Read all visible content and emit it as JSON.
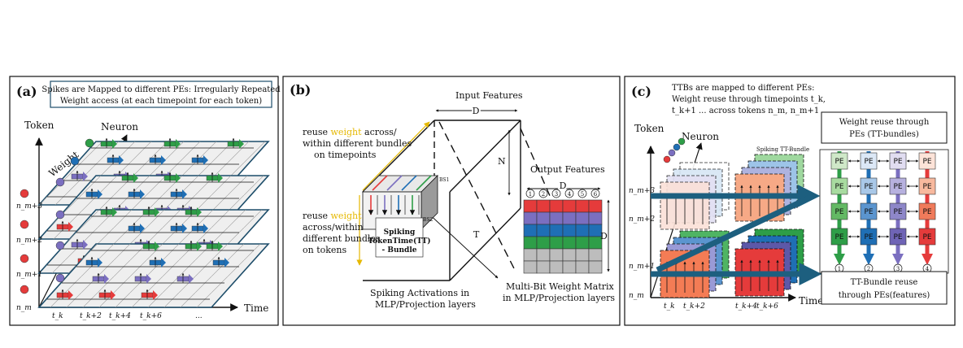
{
  "panel_a": {
    "label": "(a)",
    "caption_line1": "Spikes are Mapped to different PEs: Irregularly Repeated",
    "caption_line2": "Weight access (at each timepoint for each token)",
    "axis_token": "Token",
    "axis_neuron": "Neuron",
    "axis_weight": "Weight",
    "axis_time": "Time",
    "row_labels": [
      "n_m",
      "n_m+1",
      "n_m+2",
      "n_m+3"
    ],
    "time_labels": [
      "t_k",
      "t_k+2",
      "t_k+4",
      "t_k+6"
    ],
    "ellipsis": "..."
  },
  "panel_b": {
    "label": "(b)",
    "input_features": "Input Features",
    "dim_d": "D",
    "dim_n": "N",
    "dim_t": "T",
    "reuse_time_1": "reuse",
    "reuse_time_w": "weight",
    "reuse_time_2": "across/",
    "reuse_time_3": "within different bundles",
    "reuse_time_4": "on timepoints",
    "reuse_tok_1": "reuse",
    "reuse_tok_w": "weight",
    "reuse_tok_2": "across/within",
    "reuse_tok_3": "different bundles",
    "reuse_tok_4": "on tokens",
    "bs1": "BS1",
    "bs2": "BS2",
    "bundle_1": "Spiking",
    "bundle_2": "TokenTime(TT)",
    "bundle_3": "- Bundle",
    "output_features": "Output Features",
    "output_cols": [
      "1",
      "2",
      "3",
      "4",
      "5",
      "6"
    ],
    "spiking_caption_1": "Spiking Activations in",
    "spiking_caption_2": "MLP/Projection layers",
    "weight_caption_1": "Multi-Bit Weight Matrix",
    "weight_caption_2": "in MLP/Projection layers"
  },
  "panel_c": {
    "label": "(c)",
    "caption_line1": "TTBs are mapped to different PEs:",
    "caption_line2": "Weight reuse through timepoints t_k,",
    "caption_line3": "t_k+1 ... across tokens n_m, n_m+1 ...",
    "axis_token": "Token",
    "axis_neuron": "Neuron",
    "axis_time": "Time",
    "spiking_tt_bundle": "Spiking TT-Bundle",
    "row_labels": [
      "n_m",
      "n_m+1",
      "n_m+2",
      "n_m+3"
    ],
    "time_labels": [
      "t_k",
      "t_k+2",
      "t_k+4",
      "t_k+6"
    ],
    "weight_reuse_1": "Weight reuse through",
    "weight_reuse_2": "PEs (TT-bundles)",
    "pe_label": "PE",
    "pe_cols": [
      "1",
      "2",
      "3",
      "4"
    ],
    "tt_reuse_1": "TT-Bundle reuse",
    "tt_reuse_2": "through PEs(features)"
  },
  "colors": {
    "red": "#e53b3b",
    "purple": "#7b6fc0",
    "blue": "#1f6fb5",
    "green": "#2e9e48",
    "gray": "#bdbdbd",
    "teal": "#1d5f7f",
    "gold": "#e5b800"
  }
}
